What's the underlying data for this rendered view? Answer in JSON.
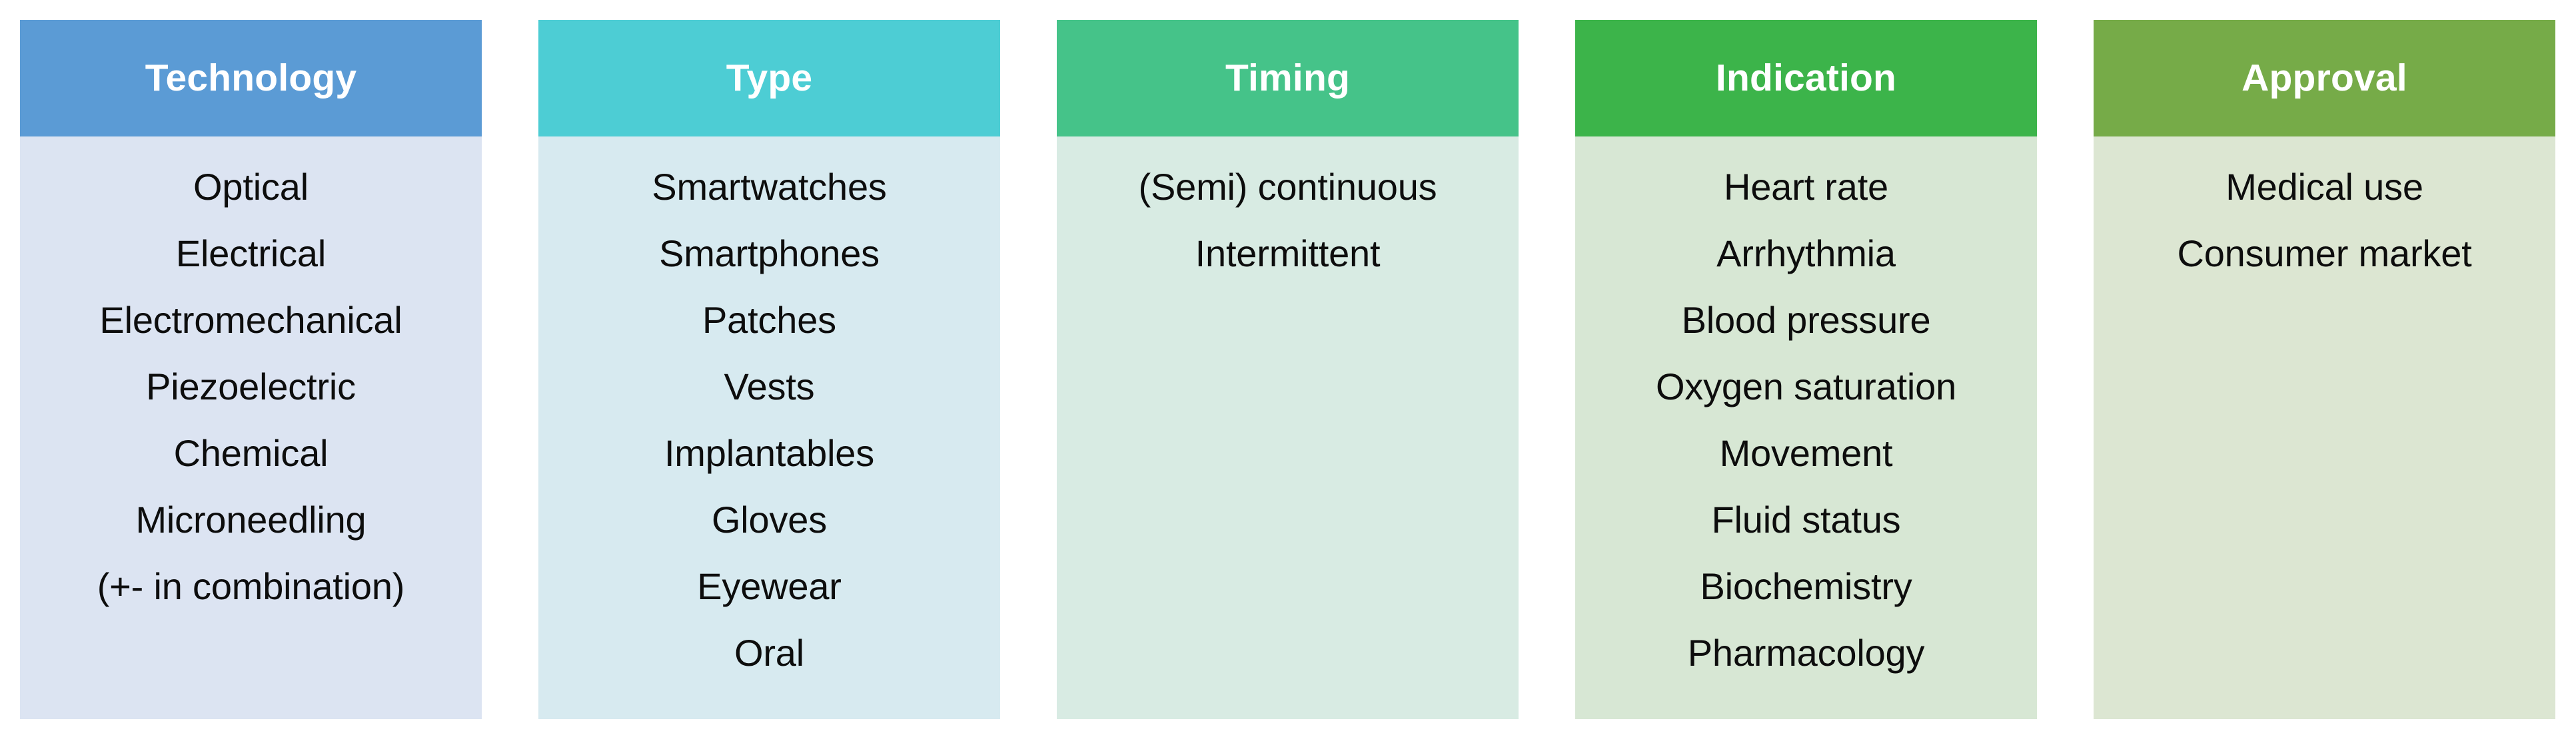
{
  "figure": {
    "kind": "category-table",
    "background": "#ffffff",
    "column_count": 5
  },
  "columns": [
    {
      "id": "technology",
      "header": "Technology",
      "header_color": "#5b9bd5",
      "body_color": "#dce4f2",
      "header_text_color": "#ffffff",
      "body_text_color": "#0d0d0d",
      "items": [
        "Optical",
        "Electrical",
        "Electromechanical",
        "Piezoelectric",
        "Chemical",
        "Microneedling",
        "(+- in combination)"
      ]
    },
    {
      "id": "type",
      "header": "Type",
      "header_color": "#4dcdd4",
      "body_color": "#d7eaf0",
      "header_text_color": "#ffffff",
      "body_text_color": "#0d0d0d",
      "items": [
        "Smartwatches",
        "Smartphones",
        "Patches",
        "Vests",
        "Implantables",
        "Gloves",
        "Eyewear",
        "Oral"
      ]
    },
    {
      "id": "timing",
      "header": "Timing",
      "header_color": "#45c389",
      "body_color": "#d8ebe3",
      "header_text_color": "#ffffff",
      "body_text_color": "#0d0d0d",
      "items": [
        "(Semi) continuous",
        "Intermittent"
      ]
    },
    {
      "id": "indication",
      "header": "Indication",
      "header_color": "#3cb44a",
      "body_color": "#d7e7d4",
      "header_text_color": "#ffffff",
      "body_text_color": "#0d0d0d",
      "items": [
        "Heart rate",
        "Arrhythmia",
        "Blood pressure",
        "Oxygen saturation",
        "Movement",
        "Fluid status",
        "Biochemistry",
        "Pharmacology"
      ]
    },
    {
      "id": "approval",
      "header": "Approval",
      "header_color": "#76ab48",
      "body_color": "#dce6d2",
      "header_text_color": "#ffffff",
      "body_text_color": "#0d0d0d",
      "items": [
        "Medical use",
        "Consumer market"
      ]
    }
  ]
}
